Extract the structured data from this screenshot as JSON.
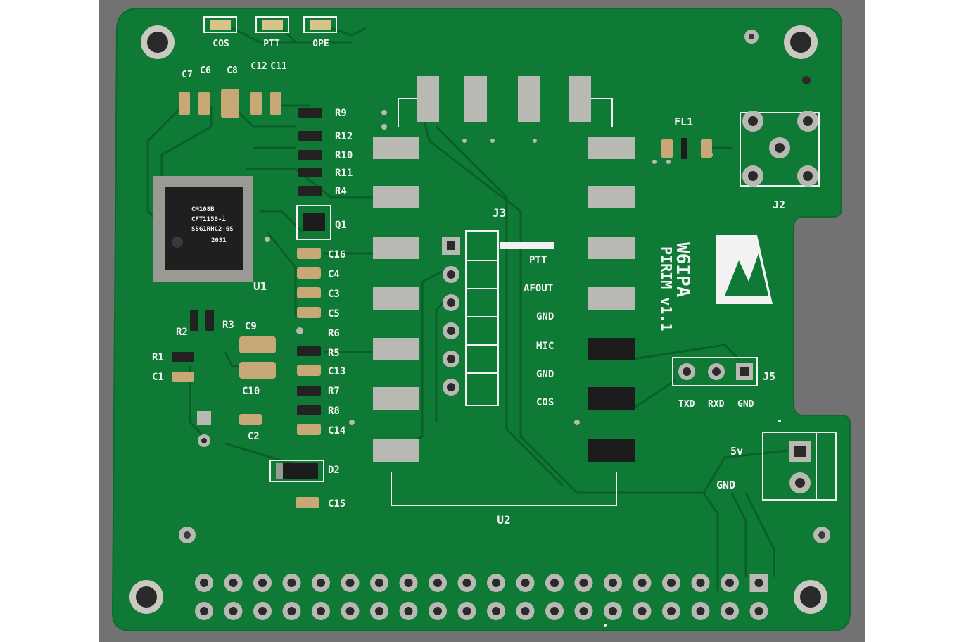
{
  "board": {
    "brand": "W6IPA",
    "revision": "PIRIM v1.1",
    "colors": {
      "soldermask": "#0f7a35",
      "copper_trace": "#0a5f28",
      "pad": "#b9b9b4",
      "silkscreen": "#f2f2f2",
      "background": "#727272"
    }
  },
  "leds": [
    "COS",
    "PTT",
    "OPE"
  ],
  "capacitors_top": [
    "C7",
    "C6",
    "C8",
    "C12",
    "C11"
  ],
  "resistor_stack": [
    "R9",
    "R12",
    "R10",
    "R11",
    "R4"
  ],
  "transistor": "Q1",
  "ic": {
    "ref": "U1",
    "marking": [
      "CM108B",
      "CFT1150-i",
      "SSG1RHC2-6S",
      "2031"
    ]
  },
  "passives_col": [
    "C16",
    "C4",
    "C3",
    "C5",
    "R6",
    "R5",
    "C13",
    "R7",
    "R8",
    "C14"
  ],
  "left_parts": [
    "R2",
    "R3",
    "R1",
    "C1",
    "C9",
    "C10",
    "C2"
  ],
  "diode": "D2",
  "cap_bottom": "C15",
  "module_ref": "U2",
  "connector_j3": {
    "ref": "J3",
    "pins": [
      "PTT",
      "AFOUT",
      "GND",
      "MIC",
      "GND",
      "COS"
    ]
  },
  "connector_j5": {
    "ref": "J5",
    "pins": [
      "TXD",
      "RXD",
      "GND"
    ]
  },
  "power_connector": {
    "labels": [
      "5v",
      "GND"
    ]
  },
  "rf": {
    "filter": "FL1",
    "connector": "J2"
  }
}
